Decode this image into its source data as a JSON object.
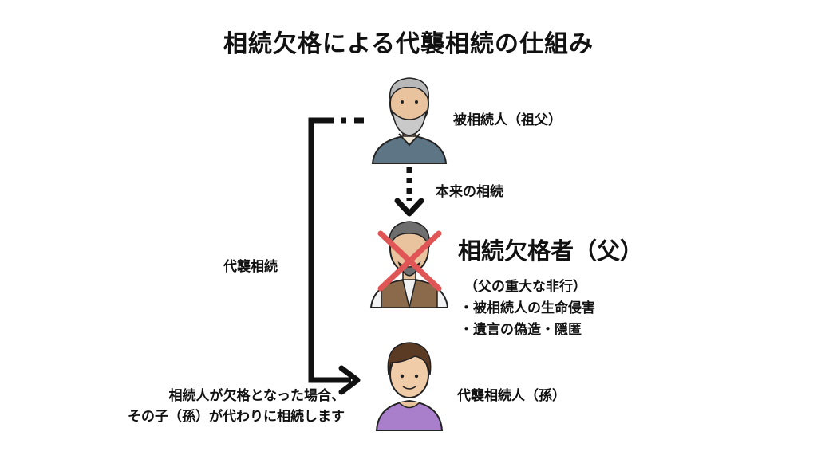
{
  "title": "相続欠格による代襲相続の仕組み",
  "grandfather_label": "被相続人（祖父）",
  "arrow_label": "本来の相続",
  "father": {
    "label": "相続欠格者（父）",
    "reason": "（父の重大な非行）",
    "items": [
      "・被相続人の生命侵害",
      "・遺言の偽造・隠匿"
    ]
  },
  "substitution_label": "代襲相続",
  "grandchild_label": "代襲相続人（孫）",
  "notes": [
    "相続人が欠格となった場合、",
    "その子（孫）が代わりに相続します"
  ],
  "colors": {
    "cross": "#e05555",
    "grandfather_shirt": "#5d7585",
    "father_vest": "#8a6a4a",
    "grandchild_shirt": "#a97fcc"
  }
}
